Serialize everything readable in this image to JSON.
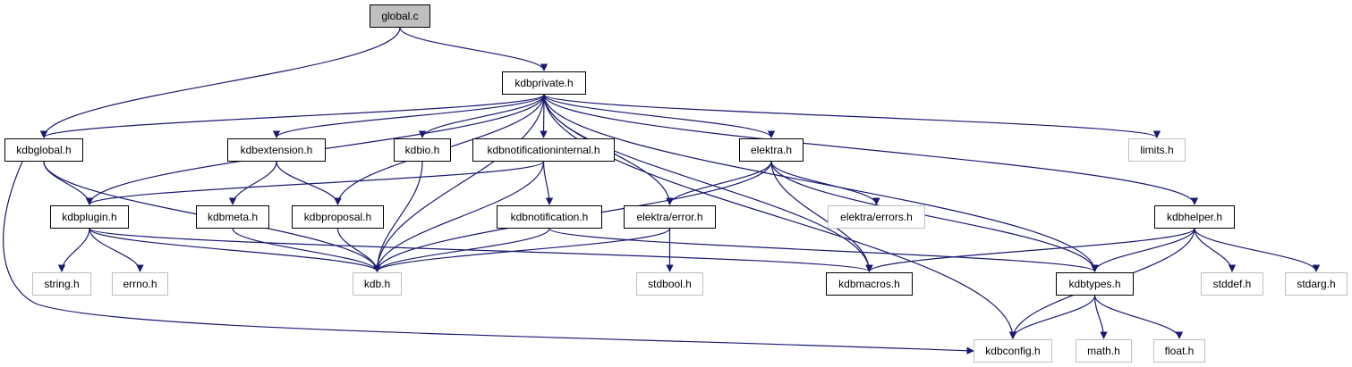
{
  "graph": {
    "edge_color": "#191970",
    "root_fill": "#bfbfbf",
    "external_border": "#bfbfbf",
    "nodes": [
      {
        "id": "global.c",
        "label": "global.c",
        "kind": "root"
      },
      {
        "id": "kdbprivate.h",
        "label": "kdbprivate.h",
        "kind": "doc"
      },
      {
        "id": "kdbglobal.h",
        "label": "kdbglobal.h",
        "kind": "doc"
      },
      {
        "id": "kdbextension.h",
        "label": "kdbextension.h",
        "kind": "doc"
      },
      {
        "id": "kdbio.h",
        "label": "kdbio.h",
        "kind": "doc"
      },
      {
        "id": "kdbnotificationinternal.h",
        "label": "kdbnotificationinternal.h",
        "kind": "doc"
      },
      {
        "id": "elektra.h",
        "label": "elektra.h",
        "kind": "doc"
      },
      {
        "id": "limits.h",
        "label": "limits.h",
        "kind": "ext"
      },
      {
        "id": "kdbplugin.h",
        "label": "kdbplugin.h",
        "kind": "doc"
      },
      {
        "id": "kdbmeta.h",
        "label": "kdbmeta.h",
        "kind": "doc"
      },
      {
        "id": "kdbproposal.h",
        "label": "kdbproposal.h",
        "kind": "doc"
      },
      {
        "id": "kdbnotification.h",
        "label": "kdbnotification.h",
        "kind": "doc"
      },
      {
        "id": "elektra/error.h",
        "label": "elektra/error.h",
        "kind": "doc"
      },
      {
        "id": "elektra/errors.h",
        "label": "elektra/errors.h",
        "kind": "ext"
      },
      {
        "id": "kdbhelper.h",
        "label": "kdbhelper.h",
        "kind": "doc"
      },
      {
        "id": "string.h",
        "label": "string.h",
        "kind": "ext"
      },
      {
        "id": "errno.h",
        "label": "errno.h",
        "kind": "ext"
      },
      {
        "id": "kdb.h",
        "label": "kdb.h",
        "kind": "ext"
      },
      {
        "id": "stdbool.h",
        "label": "stdbool.h",
        "kind": "ext"
      },
      {
        "id": "kdbmacros.h",
        "label": "kdbmacros.h",
        "kind": "doc"
      },
      {
        "id": "kdbtypes.h",
        "label": "kdbtypes.h",
        "kind": "doc"
      },
      {
        "id": "stddef.h",
        "label": "stddef.h",
        "kind": "ext"
      },
      {
        "id": "stdarg.h",
        "label": "stdarg.h",
        "kind": "ext"
      },
      {
        "id": "kdbconfig.h",
        "label": "kdbconfig.h",
        "kind": "ext"
      },
      {
        "id": "math.h",
        "label": "math.h",
        "kind": "ext"
      },
      {
        "id": "float.h",
        "label": "float.h",
        "kind": "ext"
      }
    ],
    "edges": [
      [
        "global.c",
        "kdbglobal.h"
      ],
      [
        "global.c",
        "kdbprivate.h"
      ],
      [
        "kdbprivate.h",
        "kdbglobal.h"
      ],
      [
        "kdbprivate.h",
        "kdbplugin.h"
      ],
      [
        "kdbprivate.h",
        "kdb.h"
      ],
      [
        "kdbprivate.h",
        "kdbextension.h"
      ],
      [
        "kdbprivate.h",
        "kdbproposal.h"
      ],
      [
        "kdbprivate.h",
        "kdbio.h"
      ],
      [
        "kdbprivate.h",
        "kdbnotificationinternal.h"
      ],
      [
        "kdbprivate.h",
        "elektra/error.h"
      ],
      [
        "kdbprivate.h",
        "elektra.h"
      ],
      [
        "kdbprivate.h",
        "kdbmacros.h"
      ],
      [
        "kdbprivate.h",
        "kdbconfig.h"
      ],
      [
        "kdbprivate.h",
        "kdbtypes.h"
      ],
      [
        "kdbprivate.h",
        "limits.h"
      ],
      [
        "kdbprivate.h",
        "kdbhelper.h"
      ],
      [
        "kdbglobal.h",
        "kdbplugin.h"
      ],
      [
        "kdbglobal.h",
        "kdb.h"
      ],
      [
        "kdbglobal.h",
        "kdbconfig.h"
      ],
      [
        "kdbextension.h",
        "kdbmeta.h"
      ],
      [
        "kdbextension.h",
        "kdbproposal.h"
      ],
      [
        "kdbio.h",
        "kdb.h"
      ],
      [
        "kdbnotificationinternal.h",
        "kdbplugin.h"
      ],
      [
        "kdbnotificationinternal.h",
        "kdb.h"
      ],
      [
        "kdbnotificationinternal.h",
        "kdbnotification.h"
      ],
      [
        "elektra.h",
        "elektra/error.h"
      ],
      [
        "elektra.h",
        "kdb.h"
      ],
      [
        "elektra.h",
        "kdbmacros.h"
      ],
      [
        "elektra.h",
        "elektra/errors.h"
      ],
      [
        "elektra.h",
        "kdbtypes.h"
      ],
      [
        "kdbplugin.h",
        "string.h"
      ],
      [
        "kdbplugin.h",
        "errno.h"
      ],
      [
        "kdbplugin.h",
        "kdb.h"
      ],
      [
        "kdbplugin.h",
        "kdbmacros.h"
      ],
      [
        "kdbmeta.h",
        "kdb.h"
      ],
      [
        "kdbproposal.h",
        "kdb.h"
      ],
      [
        "kdbnotification.h",
        "kdb.h"
      ],
      [
        "kdbnotification.h",
        "kdbtypes.h"
      ],
      [
        "elektra/error.h",
        "kdb.h"
      ],
      [
        "elektra/error.h",
        "stdbool.h"
      ],
      [
        "kdbhelper.h",
        "kdbmacros.h"
      ],
      [
        "kdbhelper.h",
        "kdbtypes.h"
      ],
      [
        "kdbhelper.h",
        "stddef.h"
      ],
      [
        "kdbhelper.h",
        "stdarg.h"
      ],
      [
        "kdbhelper.h",
        "kdbconfig.h"
      ],
      [
        "kdbtypes.h",
        "kdbconfig.h"
      ],
      [
        "kdbtypes.h",
        "math.h"
      ],
      [
        "kdbtypes.h",
        "float.h"
      ]
    ]
  }
}
